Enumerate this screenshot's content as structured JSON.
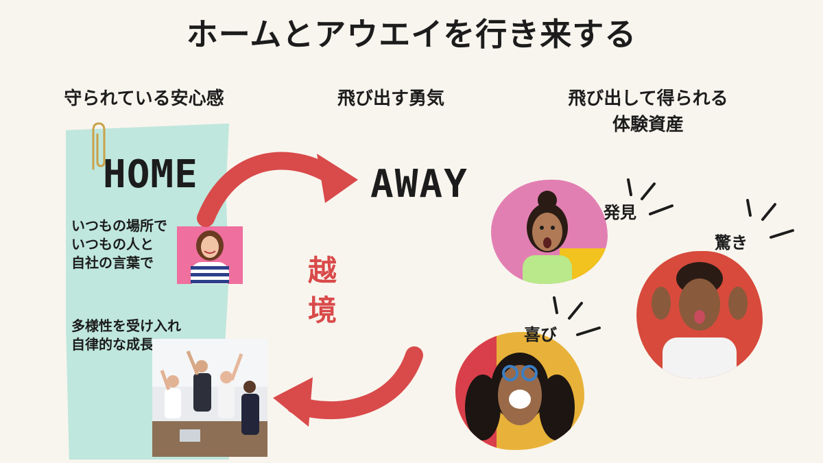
{
  "title": "ホームとアウエイを行き来する",
  "columns": {
    "left_heading": "守られている安心感",
    "middle_heading": "飛び出す勇気",
    "right_heading_line1": "飛び出して得られる",
    "right_heading_line2": "体験資産"
  },
  "home": {
    "label": "HOME",
    "text_line1": "いつもの場所で",
    "text_line2": "いつもの人と",
    "text_line3": "自社の言葉で",
    "growth_line1": "多様性を受け入れ",
    "growth_line2": "自律的な成長"
  },
  "away": {
    "label": "AWAY"
  },
  "cross": {
    "char1": "越",
    "char2": "境"
  },
  "experiences": {
    "discovery": "発見",
    "surprise": "驚き",
    "joy": "喜び"
  },
  "colors": {
    "background": "#f8f5ee",
    "mint": "#bfe7dd",
    "arrow_red": "#d94a4a",
    "clip_gold": "#c9a24a"
  }
}
